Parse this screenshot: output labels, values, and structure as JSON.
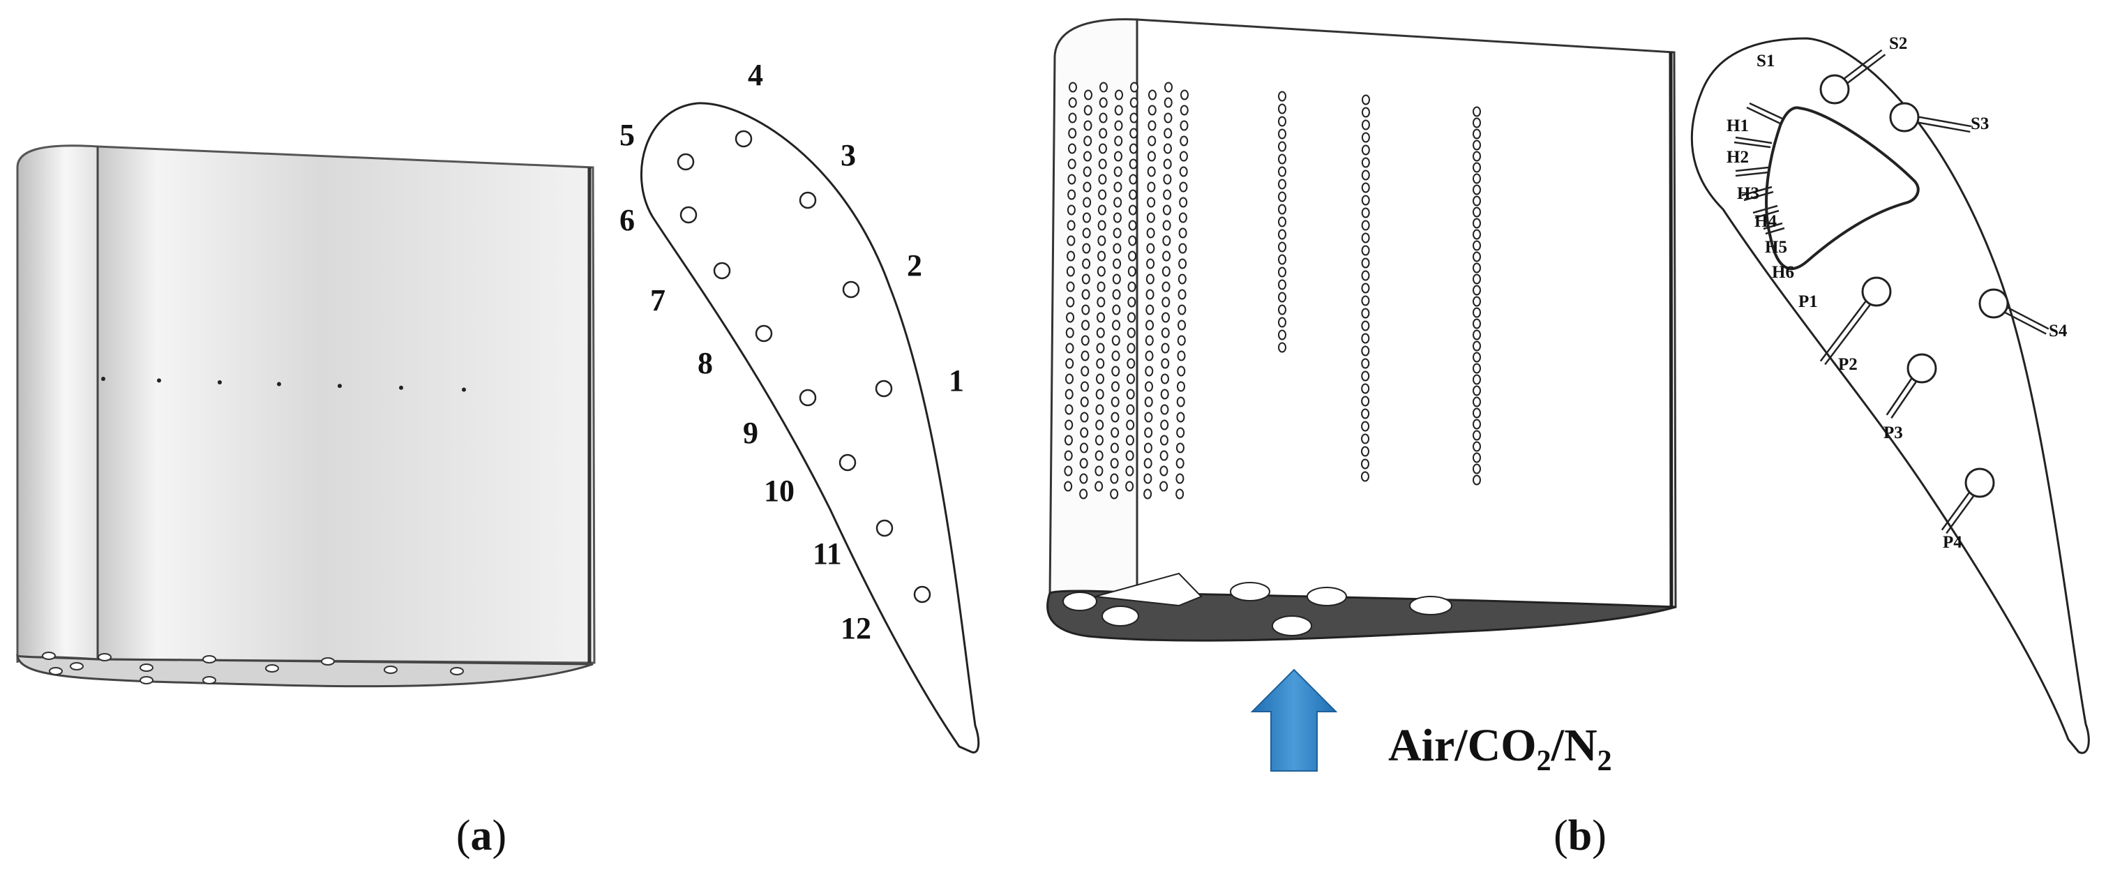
{
  "panel_a": {
    "caption_parts": [
      "(",
      "a",
      ")"
    ],
    "tap_labels": [
      "1",
      "2",
      "3",
      "4",
      "5",
      "6",
      "7",
      "8",
      "9",
      "10",
      "11",
      "12"
    ]
  },
  "panel_b": {
    "caption_parts": [
      "(",
      "b",
      ")"
    ],
    "flow_label": {
      "text": "Air/CO",
      "sub1": "2",
      "mid": "/N",
      "sub2": "2"
    },
    "suction_labels": [
      "S1",
      "S2",
      "S3",
      "S4"
    ],
    "showerhead_labels": [
      "H1",
      "H2",
      "H3",
      "H4",
      "H5",
      "H6"
    ],
    "pressure_labels": [
      "P1",
      "P2",
      "P3",
      "P4"
    ]
  },
  "colors": {
    "arrow": "#2f7fc1",
    "arrow_edge": "#1f5f99",
    "blade_shade": "#d9d9d9",
    "platform_dark": "#4a4a4a"
  },
  "icons": {
    "flow_direction": "up-arrow-icon"
  }
}
